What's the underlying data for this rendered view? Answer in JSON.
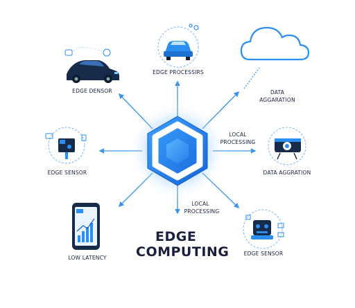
{
  "title": {
    "line1": "EDGE",
    "line2": "COMPUTING"
  },
  "nodes": {
    "edge_densor": "EDGE DENSOR",
    "edge_processirs": "EDGE PROCESSIRS",
    "data_aggaration_line1": "DATA",
    "data_aggaration_line2": "AGGARATION",
    "edge_sensor_left": "EDGE SENSOR",
    "data_aggration": "DATA AGGRATION",
    "low_latency": "LOW LATENCY",
    "edge_sensor_bottom": "EDGE SENSOR"
  },
  "edge_labels": {
    "local_processing_right_line1": "LOCAL",
    "local_processing_right_line2": "PROCESSING",
    "local_processing_bottom_line1": "LOCAL",
    "local_processing_bottom_line2": "PROCESSING"
  },
  "colors": {
    "accent": "#2a8ff0",
    "accent_dark": "#1565c0",
    "line": "#3a95e8",
    "text": "#16213a",
    "glow": "#7cc4ff"
  },
  "icons": {
    "hub": "hexagon-hub-icon",
    "car": "car-icon",
    "cloud": "cloud-icon",
    "camera": "camera-sensor-icon",
    "phone": "smartphone-chart-icon",
    "robot": "robot-sensor-icon"
  }
}
